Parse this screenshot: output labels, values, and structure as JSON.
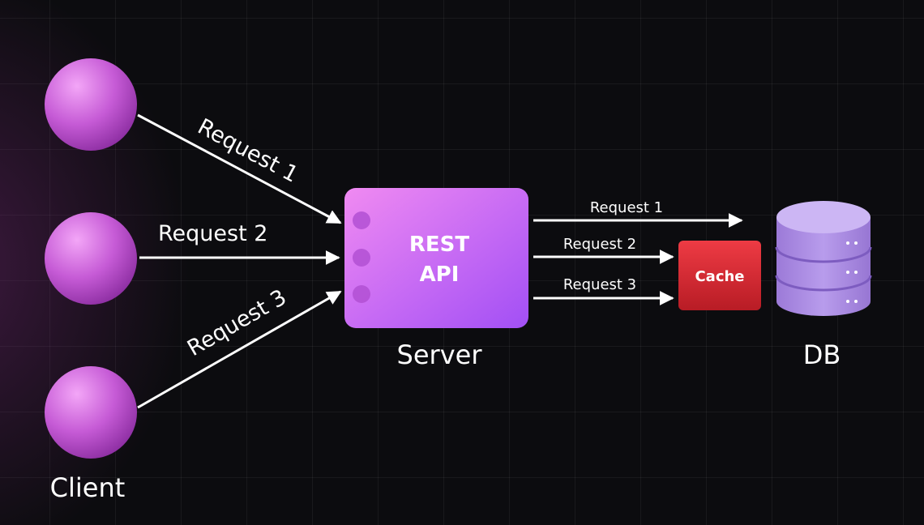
{
  "labels": {
    "client": "Client",
    "server": "Server",
    "db": "DB",
    "api_line1": "REST",
    "api_line2": "API",
    "cache": "Cache"
  },
  "client_requests": [
    "Request 1",
    "Request 2",
    "Request 3"
  ],
  "server_requests": [
    "Request 1",
    "Request 2",
    "Request 3"
  ],
  "colors": {
    "background": "#0c0c0f",
    "client_node": "#c65bd6",
    "api_box": "#c25cf5",
    "cache_box": "#d92a33",
    "db": "#a98cdc",
    "arrow": "#ffffff"
  }
}
